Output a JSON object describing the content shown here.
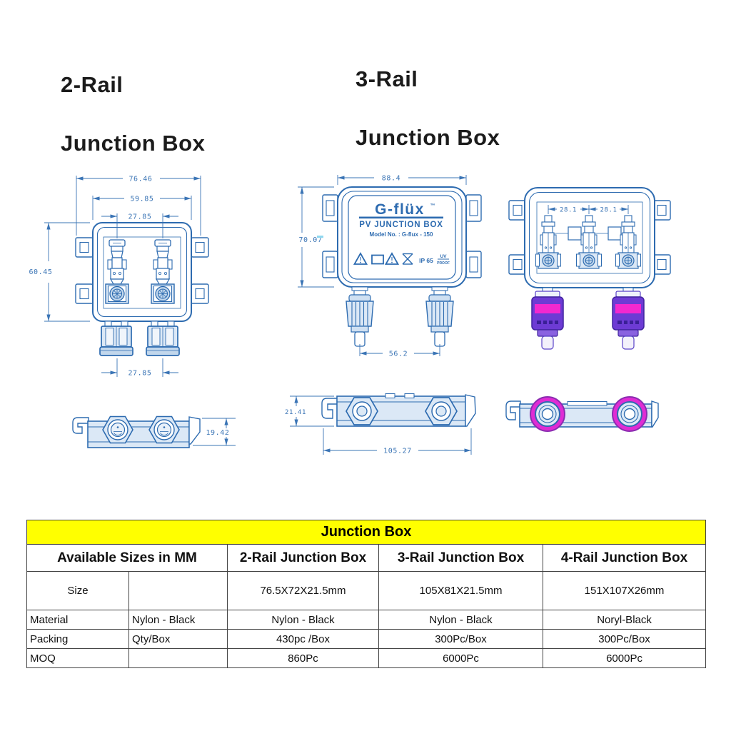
{
  "headings": {
    "left_line1": "2-Rail",
    "left_line2": "Junction Box",
    "right_line1": "3-Rail",
    "right_line2": "Junction Box"
  },
  "drawings": {
    "two_rail_top": {
      "dim_overall_width": "76.46",
      "dim_mid_width": "59.85",
      "dim_pitch_top": "27.85",
      "dim_height": "60.45",
      "dim_pitch_bottom": "27.85"
    },
    "two_rail_side": {
      "dim_height": "19.42"
    },
    "three_rail_front": {
      "dim_width": "88.4",
      "dim_height": "70.07",
      "dim_connector_pitch": "56.2",
      "label": {
        "brand": "G-flüx",
        "trademark": "™",
        "product": "PV JUNCTION BOX",
        "model": "Model No. : G-flux - 150",
        "ip_rating": "IP 65",
        "uv": "UV",
        "proof": "PROOF"
      }
    },
    "three_rail_open": {
      "dim_pitch_left": "28.1",
      "dim_pitch_right": "28.1"
    },
    "three_rail_side": {
      "dim_height": "21.41",
      "dim_length": "105.27"
    }
  },
  "table": {
    "title": "Junction Box",
    "col_headers": [
      "Available Sizes in MM",
      "2-Rail Junction Box",
      "3-Rail Junction Box",
      "4-Rail Junction Box"
    ],
    "rows": [
      [
        "Size",
        "",
        "76.5X72X21.5mm",
        "105X81X21.5mm",
        "151X107X26mm"
      ],
      [
        "Material",
        "Nylon - Black",
        "Nylon - Black",
        "Nylon - Black",
        "Noryl-Black"
      ],
      [
        "Packing",
        "Qty/Box",
        "430pc /Box",
        "300Pc/Box",
        "300Pc/Box"
      ],
      [
        "MOQ",
        "",
        "860Pc",
        "6000Pc",
        "6000Pc"
      ]
    ]
  },
  "colors": {
    "line_blue": "#2d6bb0",
    "dim_blue": "#3a74b5",
    "accent_magenta": "#f328cf",
    "accent_purple": "#6d3bd4",
    "table_title_yellow": "#ffff00"
  }
}
